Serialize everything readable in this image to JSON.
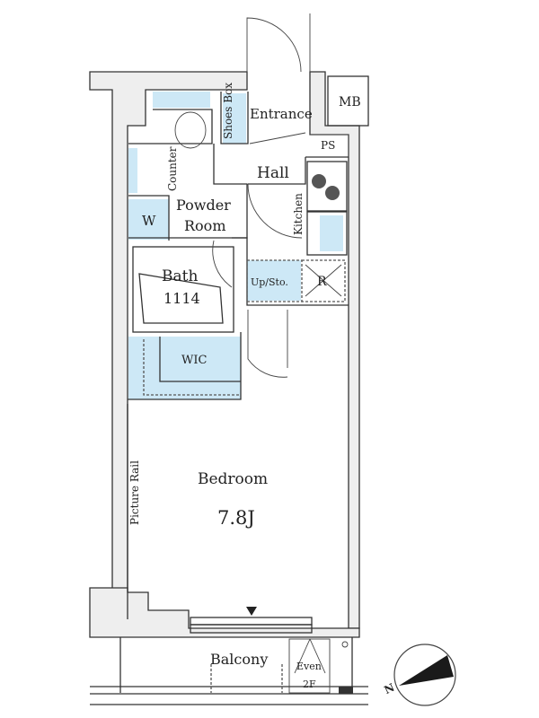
{
  "plan": {
    "rooms": {
      "entrance": "Entrance",
      "shoes_box": "Shoes Box",
      "mb": "MB",
      "ps": "PS",
      "hall": "Hall",
      "counter": "Counter",
      "kitchen": "Kitchen",
      "powder_room_line1": "Powder",
      "powder_room_line2": "Room",
      "washer": "W",
      "bath": "Bath",
      "bath_size": "1114",
      "up_sto": "Up/Sto.",
      "refrigerator": "R",
      "wic": "WIC",
      "bedroom": "Bedroom",
      "bedroom_size": "7.8J",
      "picture_rail": "Picture Rail",
      "balcony": "Balcony",
      "even": "Even",
      "floor": "2F"
    },
    "compass": {
      "north_label": "N"
    },
    "colors": {
      "storage": "#cde8f6",
      "wall": "#eeeeee",
      "line": "#333333"
    }
  }
}
